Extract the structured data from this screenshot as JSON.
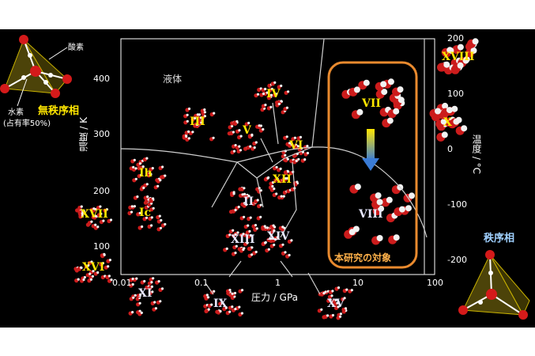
{
  "axes": {
    "x_title": "圧力 / GPa",
    "left_title": "温度 / K",
    "right_title": "温度 / °C",
    "left_ticks": [
      "400",
      "300",
      "200",
      "100"
    ],
    "right_ticks": [
      "200",
      "100",
      "0",
      "-100",
      "-200"
    ],
    "bottom_ticks": [
      "0.01",
      "0.1",
      "1",
      "10",
      "100"
    ]
  },
  "regions": {
    "liquid": "液体"
  },
  "phases": [
    "III",
    "IV",
    "V",
    "VI",
    "XII",
    "II",
    "Ih",
    "Ic",
    "XVII",
    "XVI",
    "XI",
    "XIII",
    "XIV",
    "IX",
    "XV",
    "VII",
    "VIII",
    "X",
    "XVIII"
  ],
  "annotations": {
    "study_target": "本研究の対象",
    "disordered": "無秩序相",
    "ordered": "秩序相",
    "oxygen": "酸素",
    "hydrogen": "水素",
    "hydrogen_occupancy": "(占有率50%)"
  },
  "colors": {
    "background": "#000000",
    "phase_label": "#ffe600",
    "highlight_box": "#e98a2e",
    "oxygen_atom": "#d41a1a",
    "hydrogen_atom": "#ffffff"
  }
}
